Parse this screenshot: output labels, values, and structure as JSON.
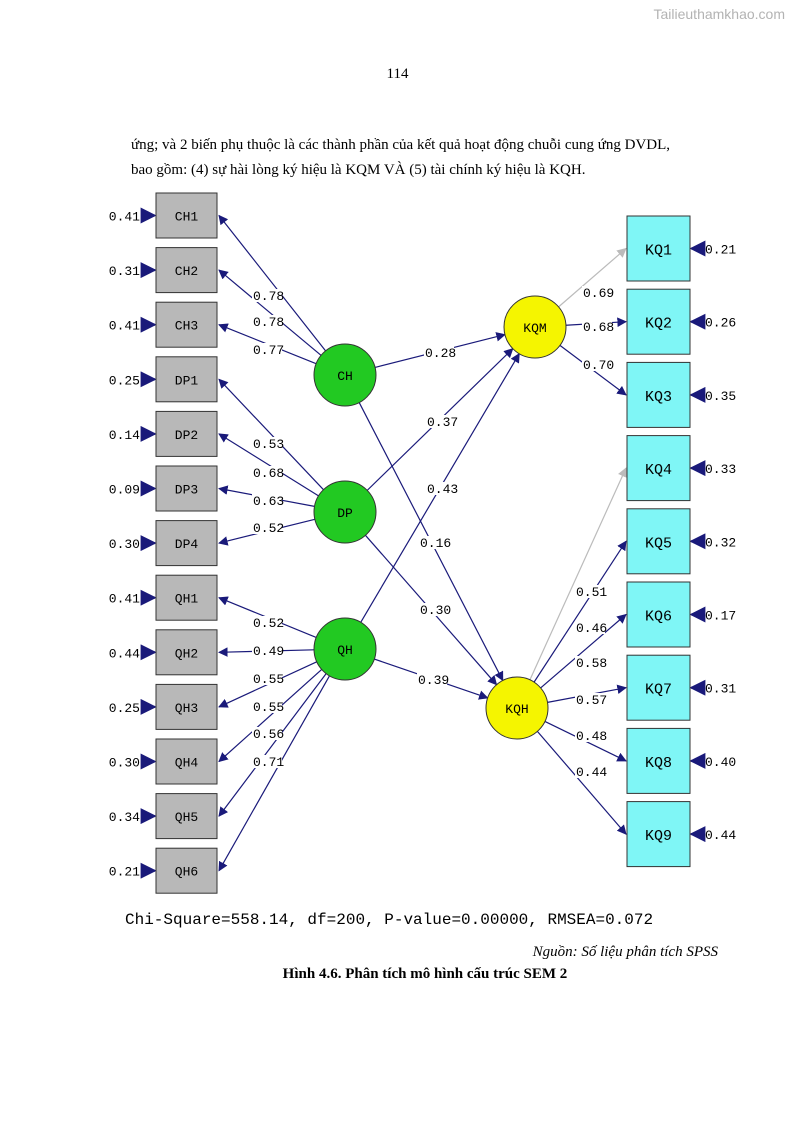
{
  "watermark": "Tailieuthamkhao.com",
  "page_number": "114",
  "paragraph": {
    "line1": "ứng; và 2 biến phụ thuộc là các thành phần của kết quả hoạt động chuỗi cung ứng DVDL,",
    "line2": "bao gồm: (4) sự hài lòng ký hiệu là KQM VÀ (5) tài chính ký hiệu là KQH."
  },
  "diagram": {
    "indicators_left": [
      {
        "id": "CH1",
        "error": "0.41",
        "loading": "0.78",
        "factor": "CH"
      },
      {
        "id": "CH2",
        "error": "0.31",
        "loading": "0.78",
        "factor": "CH"
      },
      {
        "id": "CH3",
        "error": "0.41",
        "loading": "0.77",
        "factor": "CH"
      },
      {
        "id": "DP1",
        "error": "0.25",
        "loading": "0.53",
        "factor": "DP"
      },
      {
        "id": "DP2",
        "error": "0.14",
        "loading": "0.68",
        "factor": "DP"
      },
      {
        "id": "DP3",
        "error": "0.09",
        "loading": "0.63",
        "factor": "DP"
      },
      {
        "id": "DP4",
        "error": "0.30",
        "loading": "0.52",
        "factor": "DP"
      },
      {
        "id": "QH1",
        "error": "0.41",
        "loading": "0.52",
        "factor": "QH"
      },
      {
        "id": "QH2",
        "error": "0.44",
        "loading": "0.49",
        "factor": "QH"
      },
      {
        "id": "QH3",
        "error": "0.25",
        "loading": "0.55",
        "factor": "QH"
      },
      {
        "id": "QH4",
        "error": "0.30",
        "loading": "0.55",
        "factor": "QH"
      },
      {
        "id": "QH5",
        "error": "0.34",
        "loading": "0.56",
        "factor": "QH"
      },
      {
        "id": "QH6",
        "error": "0.21",
        "loading": "0.71",
        "factor": "QH"
      }
    ],
    "exogenous": [
      "CH",
      "DP",
      "QH"
    ],
    "endogenous": [
      "KQM",
      "KQH"
    ],
    "indicators_right": [
      {
        "id": "KQ1",
        "error": "0.21",
        "loading": "0.69",
        "factor": "KQM"
      },
      {
        "id": "KQ2",
        "error": "0.26",
        "loading": "0.68",
        "factor": "KQM"
      },
      {
        "id": "KQ3",
        "error": "0.35",
        "loading": "0.70",
        "factor": "KQM"
      },
      {
        "id": "KQ4",
        "error": "0.33",
        "loading": "0.51",
        "factor": "KQH"
      },
      {
        "id": "KQ5",
        "error": "0.32",
        "loading": "0.46",
        "factor": "KQH"
      },
      {
        "id": "KQ6",
        "error": "0.17",
        "loading": "0.58",
        "factor": "KQH"
      },
      {
        "id": "KQ7",
        "error": "0.31",
        "loading": "0.57",
        "factor": "KQH"
      },
      {
        "id": "KQ8",
        "error": "0.40",
        "loading": "0.48",
        "factor": "KQH"
      },
      {
        "id": "KQ9",
        "error": "0.44",
        "loading": "0.44",
        "factor": "KQH"
      }
    ],
    "paths": [
      {
        "from": "CH",
        "to": "KQM",
        "coef": "0.28"
      },
      {
        "from": "DP",
        "to": "KQM",
        "coef": "0.37"
      },
      {
        "from": "QH",
        "to": "KQM",
        "coef": "0.43"
      },
      {
        "from": "CH",
        "to": "KQH",
        "coef": "0.16"
      },
      {
        "from": "DP",
        "to": "KQH",
        "coef": "0.30"
      },
      {
        "from": "QH",
        "to": "KQH",
        "coef": "0.39"
      }
    ],
    "fit_statistics": "Chi-Square=558.14, df=200, P-value=0.00000, RMSEA=0.072",
    "colors": {
      "left_box": "#b8b8b8",
      "right_box": "#7ff6f6",
      "exogenous": "#22c922",
      "endogenous": "#f5f500",
      "arrow": "#1a1a7a",
      "arrow_light": "#bbbbbb"
    }
  },
  "source_note": "Nguồn: Số liệu phân tích SPSS",
  "caption": "Hình 4.6. Phân tích mô hình cấu trúc SEM 2"
}
